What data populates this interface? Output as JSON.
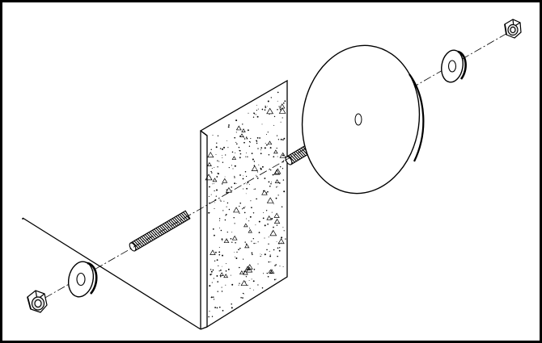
{
  "diagram": {
    "style": "black line art, isometric exploded view",
    "parts": [
      "hex-nut",
      "washer",
      "threaded-rod",
      "concrete-wall",
      "circular-plate",
      "washer",
      "hex-nut"
    ]
  }
}
